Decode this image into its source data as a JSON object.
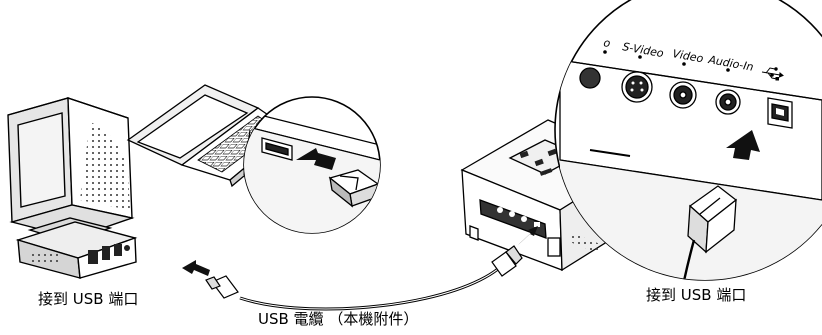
{
  "labels": {
    "computer_port": "接到 USB 端口",
    "projector_port": "接到 USB 端口",
    "cable": "USB 電纜 （本機附件）"
  },
  "ports": {
    "partial": "o",
    "s_video": "S-Video",
    "video": "Video",
    "audio_in": "Audio-In",
    "usb_symbol": "usb-icon"
  },
  "colors": {
    "line": "#000000",
    "background": "#ffffff",
    "shade": "#d9d9d9",
    "dark": "#1a1a1a"
  }
}
